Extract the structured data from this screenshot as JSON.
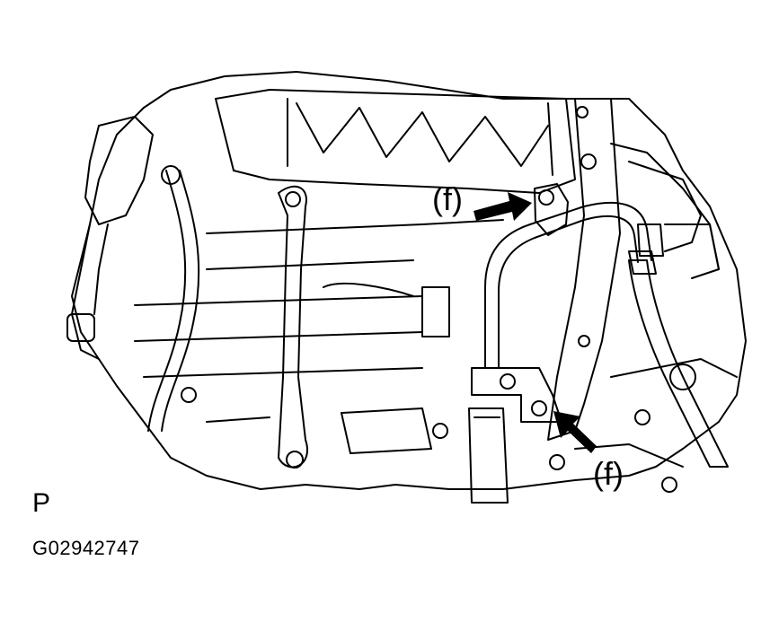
{
  "figure": {
    "callouts": [
      "(f)",
      "(f)"
    ],
    "view_letter": "P",
    "figure_code": "G02942747"
  },
  "icons": {
    "pointer_arrow": "arrow-right-icon",
    "pointer_arrow_2": "arrow-up-left-icon"
  },
  "colors": {
    "ink": "#000000",
    "paper": "#ffffff"
  }
}
